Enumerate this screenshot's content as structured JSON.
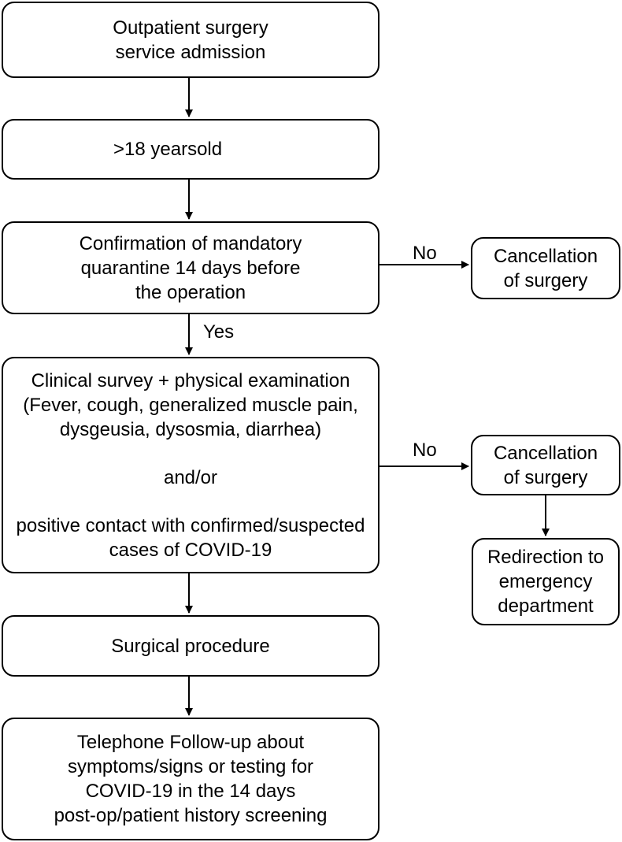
{
  "boxes": {
    "admission": [
      "Outpatient surgery",
      "service admission"
    ],
    "age": [
      ">18 yearsold"
    ],
    "quarantine": [
      "Confirmation of mandatory",
      "quarantine 14 days before",
      "the operation"
    ],
    "cancel1": [
      "Cancellation",
      "of surgery"
    ],
    "clinical": {
      "survey": [
        "Clinical survey + physical examination",
        "(Fever, cough, generalized muscle pain,",
        "dysgeusia, dysosmia, diarrhea)"
      ],
      "andor": "and/or",
      "contact": [
        "positive contact with confirmed/suspected",
        "cases of COVID-19"
      ]
    },
    "cancel2": [
      "Cancellation",
      "of surgery"
    ],
    "redirect": [
      "Redirection to",
      "emergency",
      "department"
    ],
    "procedure": [
      "Surgical procedure"
    ],
    "followup": [
      "Telephone Follow-up about",
      "symptoms/signs or testing for",
      "COVID-19 in the 14 days",
      "post-op/patient history screening"
    ]
  },
  "labels": {
    "no1": "No",
    "yes": "Yes",
    "no2": "No"
  }
}
